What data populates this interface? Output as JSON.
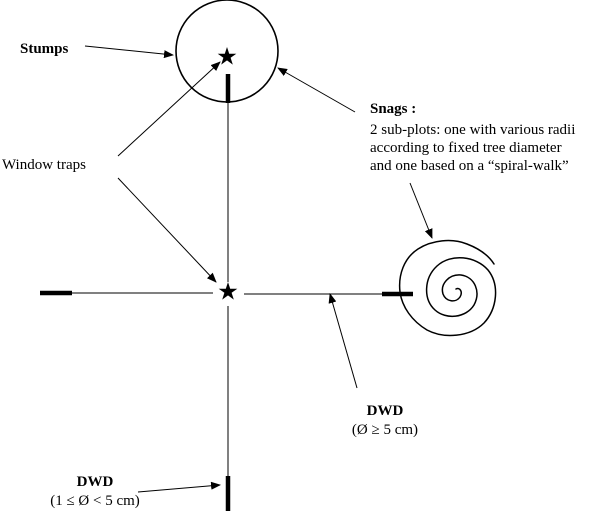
{
  "labels": {
    "stumps": "Stumps",
    "window_traps": "Window traps",
    "snags_title": "Snags :",
    "snags_line1": "2 sub-plots: one with various radii",
    "snags_line2": "according to fixed tree diameter",
    "snags_line3": "and one based on a “spiral-walk”",
    "dwd_large_title": "DWD",
    "dwd_large_range": "(Ø ≥ 5 cm)",
    "dwd_small_title": "DWD",
    "dwd_small_range": "(1 ≤ Ø < 5 cm)"
  },
  "symbols": {
    "window_trap_marker": "star-icon",
    "snag_spiral": "spiral-icon"
  },
  "colors": {
    "ink": "#000000",
    "background": "#ffffff"
  }
}
